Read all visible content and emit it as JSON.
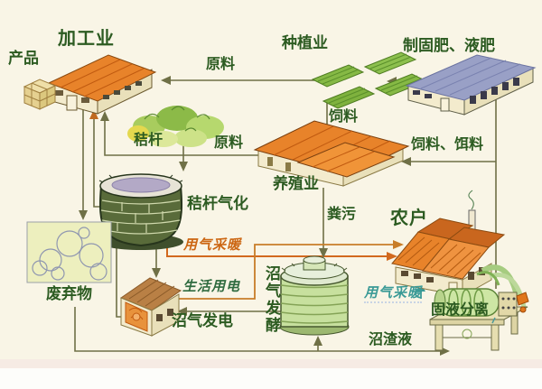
{
  "diagram": {
    "description": "Ecological agriculture biogas recycling flow diagram",
    "labels": {
      "processing": "加工业",
      "product": "产品",
      "planting": "种植业",
      "fertilizer_plant": "制固肥、液肥",
      "raw_material_top": "原料",
      "feed_down": "饲料",
      "straw": "秸杆",
      "raw_material_mid": "原料",
      "feed_bait": "饲料、饵料",
      "breeding": "养殖业",
      "straw_gasification": "秸杆气化",
      "manure": "粪污",
      "farmer": "农户",
      "gas_heating_left": "用气采暖",
      "waste": "废弃物",
      "household_electricity": "生活用电",
      "biogas_power": "沼气发电",
      "biogas_fermentation": "沼气发酵",
      "gas_heating_right": "用气采暖",
      "solid_liquid_separation": "固液分离",
      "residue_slurry": "沼渣液"
    },
    "flows": [
      {
        "from": "种植业",
        "to": "加工业",
        "label": "原料"
      },
      {
        "from": "养殖业",
        "to": "加工业",
        "label": "原料"
      },
      {
        "from": "加工业",
        "to": "产品",
        "label": ""
      },
      {
        "from": "制固肥、液肥",
        "to": "种植业",
        "label": ""
      },
      {
        "from": "种植业",
        "to": "养殖业",
        "label": "饲料"
      },
      {
        "from": "固液分离",
        "to": "养殖业",
        "label": "饲料、饵料"
      },
      {
        "from": "固液分离",
        "to": "制固肥、液肥",
        "label": ""
      },
      {
        "from": "种植业",
        "to": "秸杆气化",
        "label": "秸杆"
      },
      {
        "from": "养殖业",
        "to": "沼气发酵",
        "label": "粪污"
      },
      {
        "from": "秸杆气化",
        "to": "农户",
        "label": "用气采暖"
      },
      {
        "from": "秸杆气化",
        "to": "沼气发电",
        "label": ""
      },
      {
        "from": "沼气发电",
        "to": "加工业",
        "label": ""
      },
      {
        "from": "沼气发电",
        "to": "农户",
        "label": "生活用电"
      },
      {
        "from": "沼气发酵",
        "to": "沼气发电",
        "label": ""
      },
      {
        "from": "沼气发酵",
        "to": "农户",
        "label": "用气采暖"
      },
      {
        "from": "加工业",
        "to": "废弃物",
        "label": ""
      },
      {
        "from": "废弃物",
        "to": "沼气发酵",
        "label": ""
      },
      {
        "from": "沼气发酵",
        "to": "固液分离",
        "label": "沼渣液"
      }
    ],
    "colors": {
      "background": "#f9f5e6",
      "label_green": "#2c5b21",
      "gas_orange": "#d2691e",
      "electric_orange": "#c87d28",
      "teal_label": "#3a9a96",
      "roof_orange": "#e8832a",
      "roof_blue": "#99a0c6",
      "field_green": "#86b945",
      "tank_dark_green": "#596b3a",
      "tank_light_green": "#c7e09e",
      "line_olive": "#6f7046"
    }
  }
}
